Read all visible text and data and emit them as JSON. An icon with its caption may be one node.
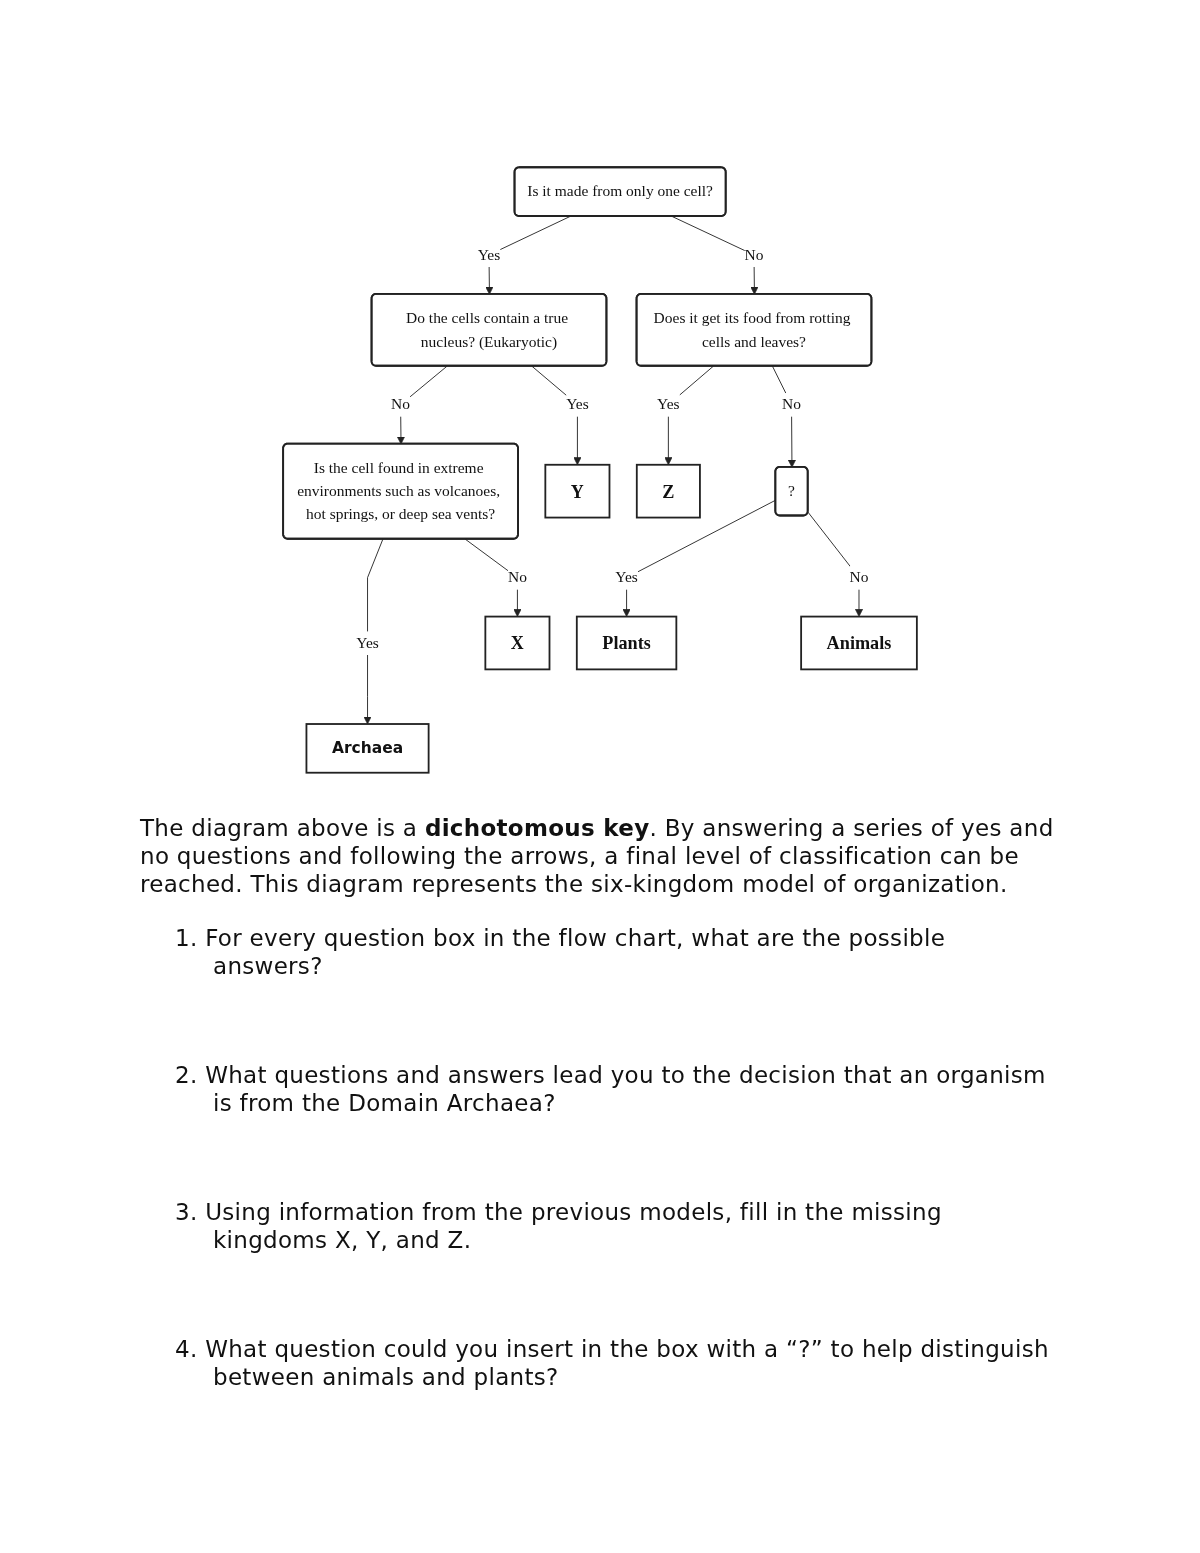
{
  "diagram": {
    "nodes": [
      {
        "text": [
          "Is it made from only one cell?"
        ]
      },
      {
        "text": [
          "Do the cells contain a true nucleus? (Eukaryotic)"
        ]
      },
      {
        "text": [
          "Does it get its food from rotting cells and leaves?"
        ]
      },
      {
        "text": [
          "Is the cell found in extreme environments such as volcanoes, hot springs, or deep sea vents?"
        ]
      },
      {
        "text": [
          "Y"
        ]
      },
      {
        "text": [
          "Z"
        ]
      },
      {
        "text": [
          "?"
        ]
      },
      {
        "text": [
          "X"
        ]
      },
      {
        "text": [
          "Plants"
        ]
      },
      {
        "text": [
          "Animals"
        ]
      },
      {
        "text": [
          "Archaea"
        ]
      }
    ],
    "edges": [
      {
        "from": 0,
        "to": 1,
        "arrow": "to",
        "label": "Yes"
      },
      {
        "from": 0,
        "to": 2,
        "arrow": "to",
        "label": "No"
      },
      {
        "from": 1,
        "to": 3,
        "arrow": "to",
        "label": "No"
      },
      {
        "from": 1,
        "to": 4,
        "arrow": "to",
        "label": "Yes"
      },
      {
        "from": 2,
        "to": 5,
        "arrow": "to",
        "label": "Yes"
      },
      {
        "from": 2,
        "to": 6,
        "arrow": "to",
        "label": "No"
      },
      {
        "from": 3,
        "to": 10,
        "arrow": "to",
        "label": "Yes"
      },
      {
        "from": 3,
        "to": 7,
        "arrow": "to",
        "label": "No"
      },
      {
        "from": 6,
        "to": 8,
        "arrow": "to",
        "label": "Yes"
      },
      {
        "from": 6,
        "to": 9,
        "arrow": "to",
        "label": "No"
      }
    ],
    "labels": [
      "The diagram above is a **dichotomous key**. By answering a series of yes and no questions and following the arrows, a final level of classification can be reached. This diagram represents the six-kingdom model of organization.",
      "1. For every question box in the flow chart, what are the possible answers?",
      "2. What questions and answers lead you to the decision that an organism is from the Domain Archaea?",
      "3. Using information from the previous models, fill in the missing kingdoms X, Y, and Z.",
      "4. What question could you insert in the box with a “?” to help distinguish between animals and plants?"
    ]
  }
}
